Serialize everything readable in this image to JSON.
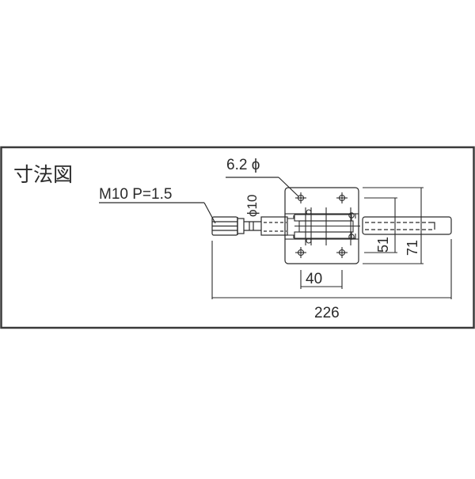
{
  "drawing": {
    "title": "寸法図",
    "thread_label": "M10 P=1.5",
    "hole_label": "6.2 ϕ",
    "rod_diameter_label": "ϕ10",
    "dimensions": {
      "base_width": "40",
      "total_length": "226",
      "hole_pitch_height": "51",
      "base_height": "71"
    },
    "colors": {
      "line": "#2a2a2a",
      "frame": "#3a3a3a",
      "background": "#ffffff"
    }
  }
}
